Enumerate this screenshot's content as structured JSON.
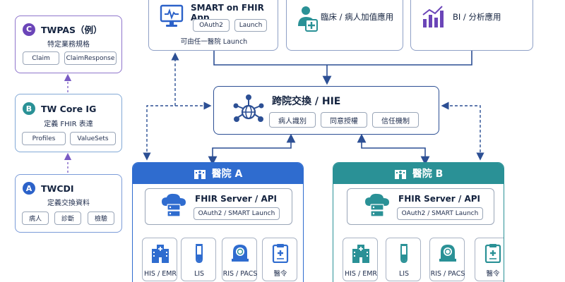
{
  "left_stack": {
    "c": {
      "badge": "C",
      "title": "TWPAS（例）",
      "subtitle": "特定業務規格",
      "chips": [
        "Claim",
        "ClaimResponse"
      ]
    },
    "b": {
      "badge": "B",
      "title": "TW Core IG",
      "subtitle": "定義 FHIR 表達",
      "chips": [
        "Profiles",
        "ValueSets"
      ]
    },
    "a": {
      "badge": "A",
      "title": "TWCDI",
      "subtitle": "定義交換資料",
      "chips": [
        "病人",
        "診斷",
        "檢驗"
      ]
    }
  },
  "top_apps": {
    "smart": {
      "title": "SMART on FHIR App",
      "chips": [
        "OAuth2",
        "Launch"
      ],
      "caption": "可由任一醫院 Launch"
    },
    "clinical": {
      "title": "臨床 / 病人加值應用"
    },
    "bi": {
      "title": "BI / 分析應用"
    }
  },
  "hie": {
    "title": "跨院交換 / HIE",
    "chips": [
      "病人識別",
      "同意授權",
      "信任機制"
    ]
  },
  "hospitals": [
    {
      "name": "醫院 A",
      "fhir_title": "FHIR Server / API",
      "fhir_chip": "OAuth2 / SMART Launch",
      "systems": [
        "HIS / EMR",
        "LIS",
        "RIS / PACS",
        "醫令"
      ]
    },
    {
      "name": "醫院 B",
      "fhir_title": "FHIR Server / API",
      "fhir_chip": "OAuth2 / SMART Launch",
      "systems": [
        "HIS / EMR",
        "LIS",
        "RIS / PACS",
        "醫令"
      ]
    }
  ],
  "colors": {
    "purple": "#6b45b8",
    "blue": "#2c62c9",
    "teal": "#2a9196",
    "navy": "#2c4f94",
    "hospital_a": "#2f6ccf",
    "hospital_b": "#2a9196"
  }
}
